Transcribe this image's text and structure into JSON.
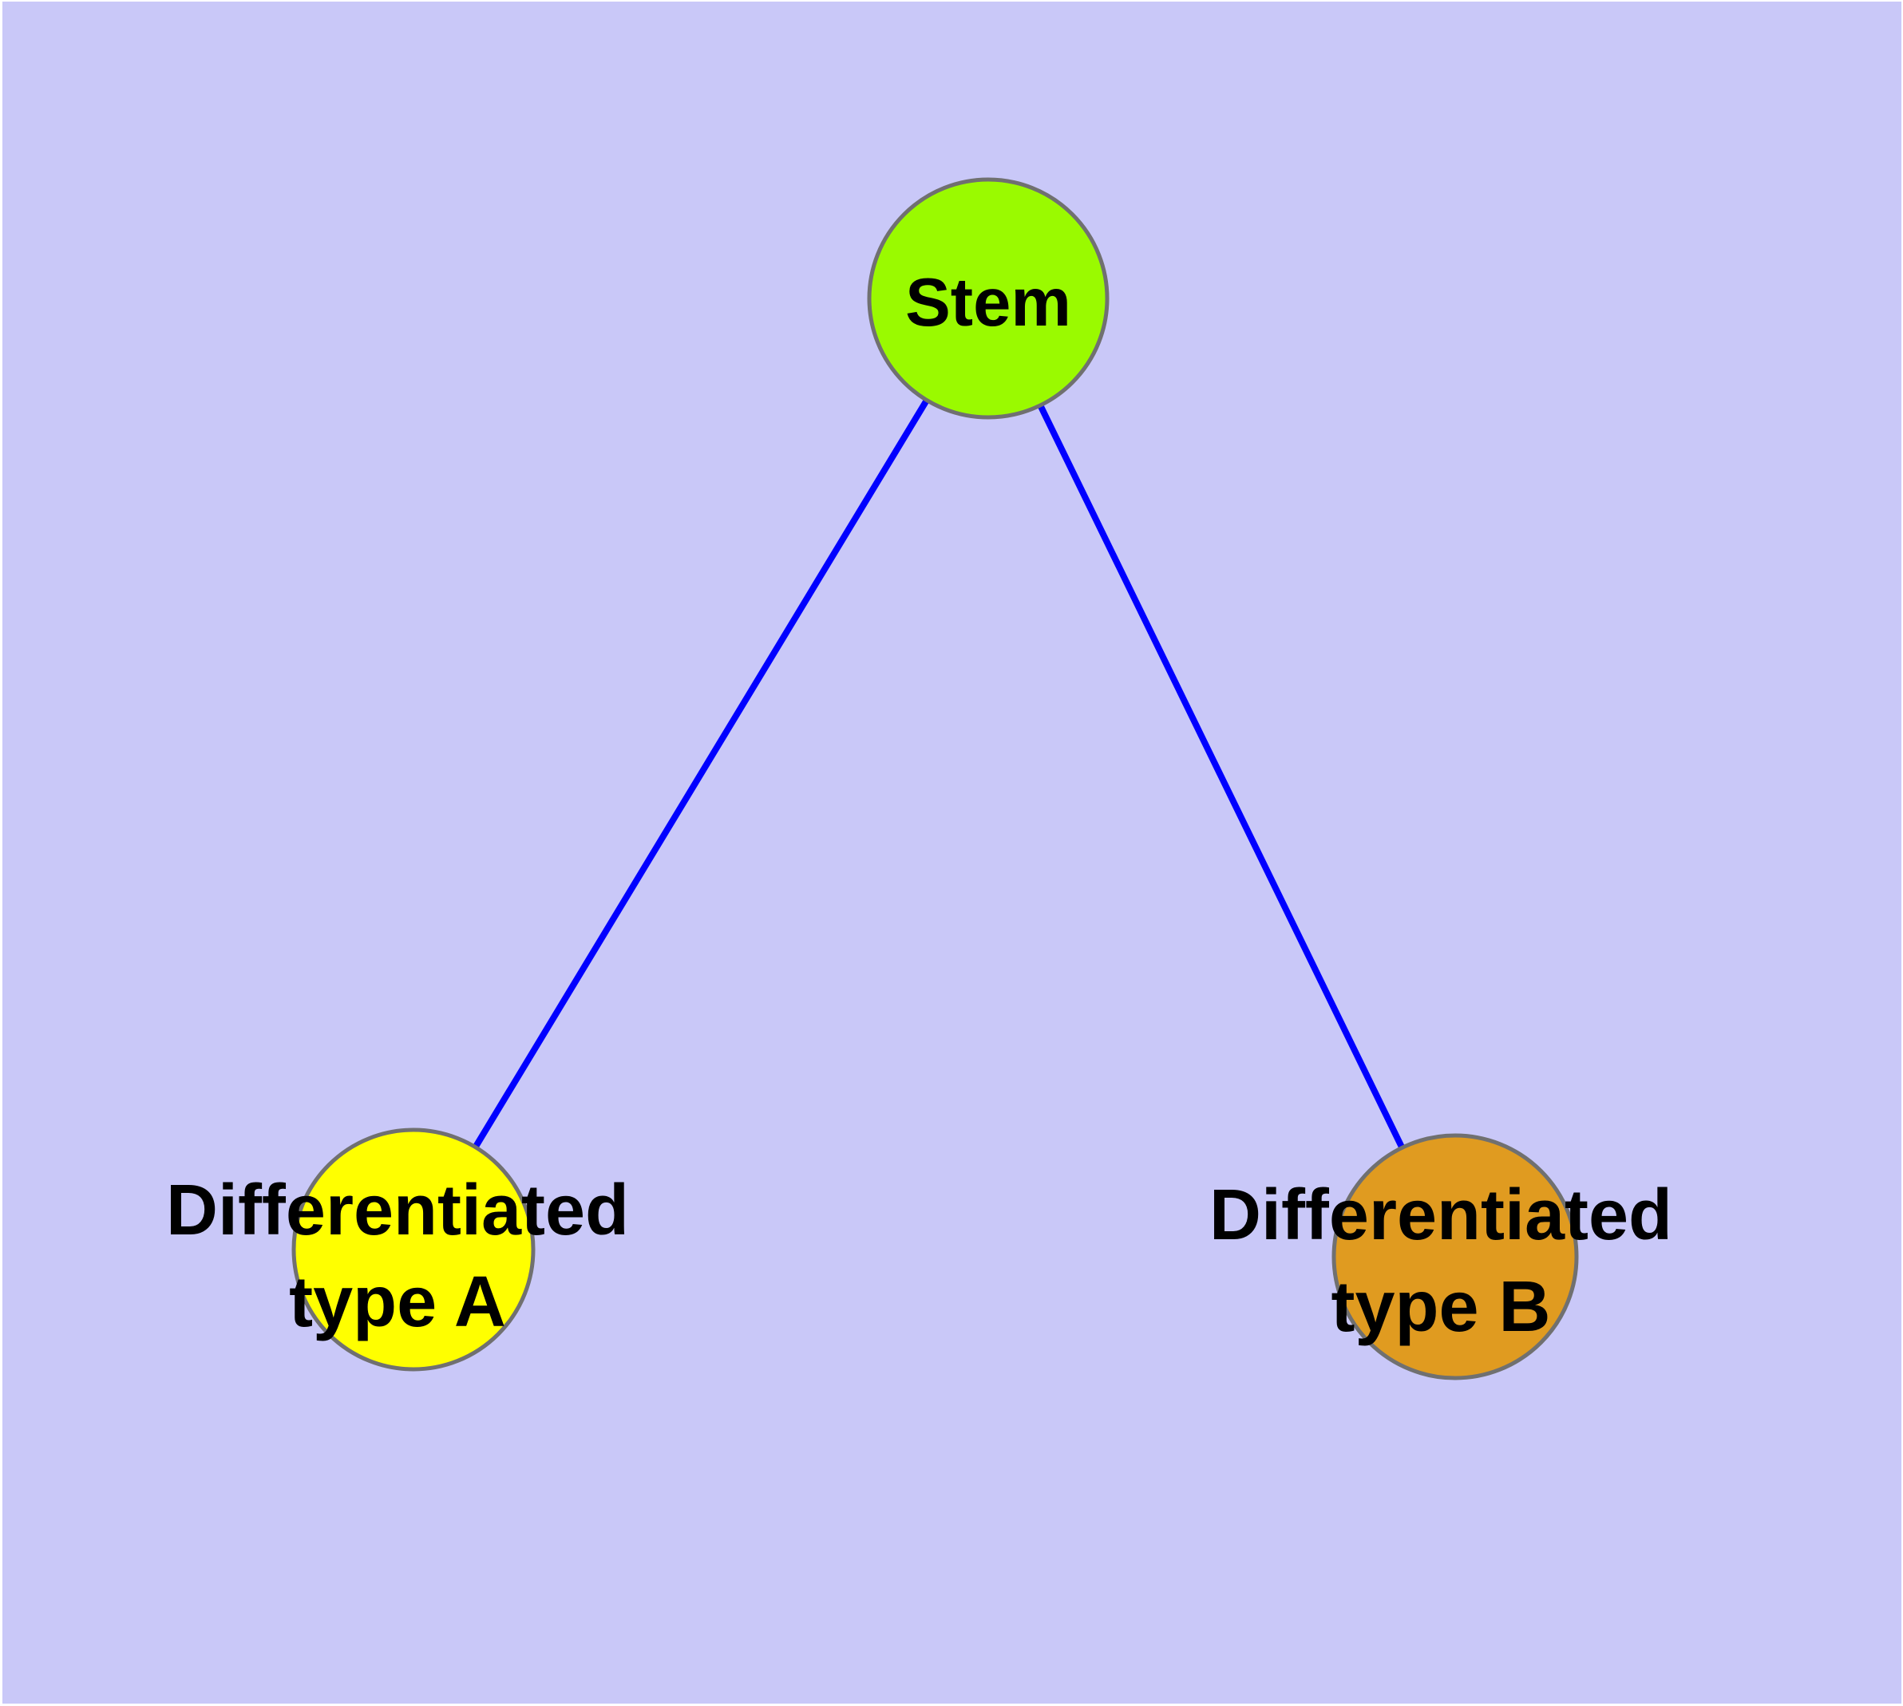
{
  "diagram": {
    "background_color": "#C9C8F8",
    "frame_color": "#FFFFFF",
    "edge_color": "#0000FF",
    "node_border_color": "#707070",
    "label_color": "#000000",
    "nodes": [
      {
        "id": "stem",
        "label": "Stem",
        "label_line1": "Stem",
        "fill": "#9AFA00"
      },
      {
        "id": "differentiated-type-a",
        "label": "Differentiated type A",
        "label_line1": "Differentiated",
        "label_line2": "type A",
        "fill": "#FFFF00"
      },
      {
        "id": "differentiated-type-b",
        "label": "Differentiated type B",
        "label_line1": "Differentiated",
        "label_line2": "type B",
        "fill": "#E09B20"
      }
    ],
    "edges": [
      {
        "from": "stem",
        "to": "differentiated-type-a"
      },
      {
        "from": "stem",
        "to": "differentiated-type-b"
      }
    ]
  }
}
